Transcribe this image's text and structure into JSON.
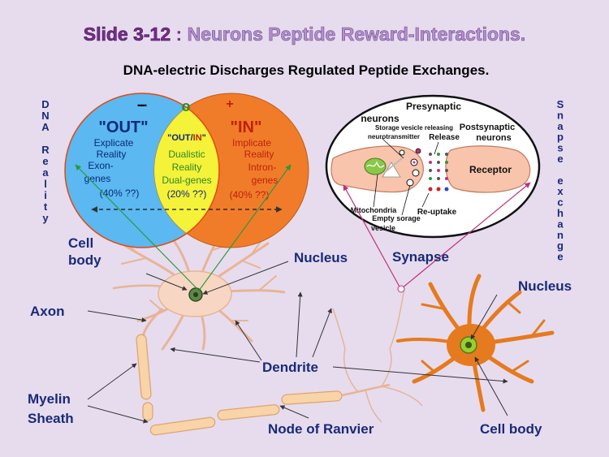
{
  "title": {
    "slide": "Slide 3-12",
    "sep": " : ",
    "text": "Neurons Peptide Reward-Interactions."
  },
  "subtitle": "DNA-electric Discharges Regulated Peptide Exchanges.",
  "left_vertical": [
    "D",
    "N",
    "A",
    "",
    "R",
    "e",
    "a",
    "l",
    "i",
    "t",
    "y"
  ],
  "right_vertical": [
    "S",
    "n",
    "a",
    "p",
    "s",
    "e",
    "",
    "e",
    "x",
    "c",
    "h",
    "a",
    "n",
    "g",
    "e"
  ],
  "venn": {
    "minus": "–",
    "zero": "o",
    "plus": "+",
    "out": {
      "title": "\"OUT\"",
      "lines": [
        "Explicate",
        "Reality",
        "Exon-",
        "genes",
        "(40% ??)"
      ]
    },
    "mid": {
      "title_a": "\"OUT/",
      "title_b": "IN",
      "title_c": "\"",
      "lines": [
        "Dualistic",
        "Reality",
        "Dual-genes",
        "(20% ??)"
      ]
    },
    "in": {
      "title": "\"IN\"",
      "lines": [
        "Implicate",
        "Reality",
        "Intron-",
        "genes",
        "(40% ??)"
      ]
    }
  },
  "synapse": {
    "presynaptic": [
      "Presynaptic",
      "neurons"
    ],
    "storage": [
      "Storage vesicle releasing",
      "neurotransmitter"
    ],
    "release": "Release",
    "postsynaptic": [
      "Postsynaptic",
      "neurons"
    ],
    "receptor": "Receptor",
    "mitochondria": "Mitochondria",
    "empty": [
      "Empty sorage",
      "vesicle"
    ],
    "reuptake": "Re-uptake"
  },
  "labels": {
    "cell_body_left": [
      "Cell",
      "body"
    ],
    "nucleus_left": "Nucleus",
    "synapse": "Synapse",
    "nucleus_right": "Nucleus",
    "axon": "Axon",
    "dendrite": "Dendrite",
    "myelin": [
      "Myelin",
      "Sheath"
    ],
    "node": "Node of Ranvier",
    "cell_body_right": "Cell body"
  },
  "colors": {
    "background": "#e6dcee",
    "title_purple": "#7b2d8f",
    "title_lilac": "#b58fd0",
    "venn_blue": "#5bb8f0",
    "venn_yellow": "#f5f23a",
    "venn_orange": "#f07c2a",
    "neuron_left": "#f7d7c4",
    "neuron_right": "#e67a1e",
    "label_navy": "#1a2a78"
  }
}
